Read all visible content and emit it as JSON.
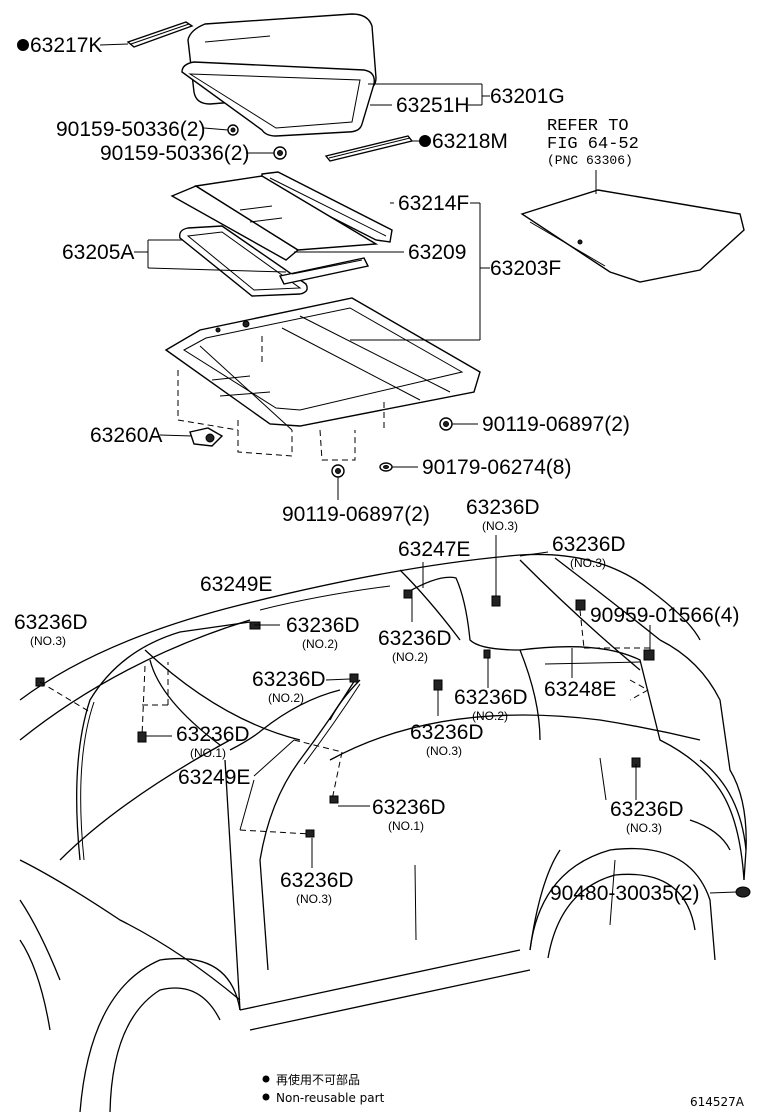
{
  "labels": {
    "p63217K": "63217K",
    "p63201G": "63201G",
    "p63251H": "63251H",
    "p90159a": "90159-50336(2)",
    "p90159b": "90159-50336(2)",
    "p63218M": "63218M",
    "refer1": "REFER TO",
    "refer2": "FIG 64-52",
    "refer3": "(PNC 63306)",
    "p63214F": "63214F",
    "p63205A": "63205A",
    "p63209": "63209",
    "p63203F": "63203F",
    "p63260A": "63260A",
    "p90119a": "90119-06897(2)",
    "p90179": "90179-06274(8)",
    "p90119b": "90119-06897(2)",
    "p63236D_top": "63236D",
    "p63236D_top_sub": "(NO.3)",
    "p63247E": "63247E",
    "p63236D_tr": "63236D",
    "p63236D_tr_sub": "(NO.3)",
    "p63249E_top": "63249E",
    "p63236D_lt": "63236D",
    "p63236D_lt_sub": "(NO.3)",
    "p63236D_no2a": "63236D",
    "p63236D_no2a_sub": "(NO.2)",
    "p90959": "90959-01566(4)",
    "p63236D_mid": "63236D",
    "p63236D_mid_sub": "(NO.2)",
    "p63236D_c2": "63236D",
    "p63236D_c2_sub": "(NO.2)",
    "p63248E": "63248E",
    "p63236D_c3": "63236D",
    "p63236D_c3_sub": "(NO.2)",
    "p63236D_no3c": "63236D",
    "p63236D_no3c_sub": "(NO.3)",
    "p63236D_no1a": "63236D",
    "p63236D_no1a_sub": "(NO.1)",
    "p63249E_bot": "63249E",
    "p63236D_no1b": "63236D",
    "p63236D_no1b_sub": "(NO.1)",
    "p63236D_rr": "63236D",
    "p63236D_rr_sub": "(NO.3)",
    "p63236D_bot": "63236D",
    "p63236D_bot_sub": "(NO.3)",
    "p90480": "90480-30035(2)"
  },
  "legend": {
    "line_jp": "再使用不可部品",
    "line_en": "Non-reusable part"
  },
  "figure_id": "614527A"
}
